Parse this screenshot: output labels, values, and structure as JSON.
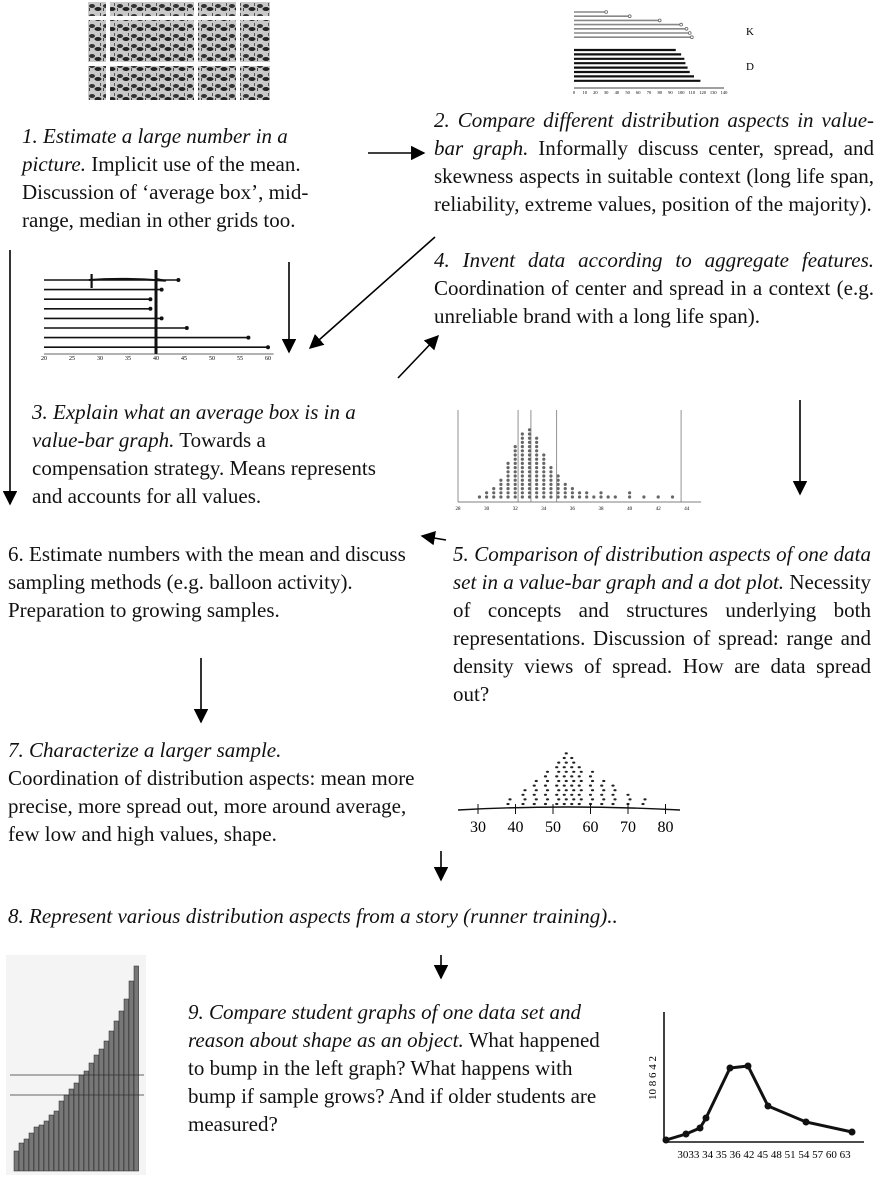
{
  "steps": [
    {
      "n": "1.",
      "title": "Estimate a large number in a picture.",
      "body": "Implicit use of the mean. Discussion of ‘average box’, mid-range, median in other grids too."
    },
    {
      "n": "2.",
      "title": "Compare different distribution aspects in value-bar graph.",
      "body": "Informally discuss center, spread, and skewness aspects in suitable context (long life span, reliability, extreme values, position of the majority)."
    },
    {
      "n": "3.",
      "title": "Explain what an average box is in a value-bar graph.",
      "body": "Towards a compensation strategy. Means represents and accounts for all values."
    },
    {
      "n": "4.",
      "title": "Invent data according to aggregate features.",
      "body": "Coordination of center and spread in a context (e.g. unreliable brand with a long life span)."
    },
    {
      "n": "5.",
      "title": "Comparison of distribution aspects of one data set in a value-bar graph and a dot plot.",
      "body": "Necessity of concepts and structures underlying both representations. Discussion of spread: range and density views of spread. How are data spread out?"
    },
    {
      "n": "6.",
      "body": "Estimate numbers with the mean and discuss sampling methods (e.g. balloon activity). Preparation to growing samples."
    },
    {
      "n": "7.",
      "title": "Characterize a larger sample.",
      "body": "Coordination of distribution aspects: mean more precise, more spread out, more around average, few low and high values, shape."
    },
    {
      "n": "8.",
      "title": "Represent various distribution aspects from a story (runner training).."
    },
    {
      "n": "9.",
      "title": "Compare student graphs of one data set and reason about shape as an object.",
      "body": "What happened to bump in the left graph? What happens with bump if sample grows? And if older students are measured?"
    }
  ],
  "figure_labels": {
    "brand_k": "K",
    "brand_d": "D",
    "barcode_axis": [
      "0",
      "10",
      "20",
      "30",
      "40",
      "50",
      "60",
      "70",
      "80",
      "90",
      "100",
      "110",
      "120",
      "130",
      "140"
    ],
    "valuebar_axis": [
      "20",
      "25",
      "30",
      "35",
      "40",
      "45",
      "50",
      "55",
      "60"
    ],
    "dotplot_axis": [
      "28",
      "30",
      "32",
      "34",
      "36",
      "38",
      "40",
      "42",
      "44"
    ],
    "hand_axis": [
      "30",
      "40",
      "50",
      "60",
      "70",
      "80"
    ],
    "line_x_axis": "3033 34 35 36 42 45 48 51 54 57 60 63",
    "line_y_axis": "10 8 6 4 2"
  }
}
